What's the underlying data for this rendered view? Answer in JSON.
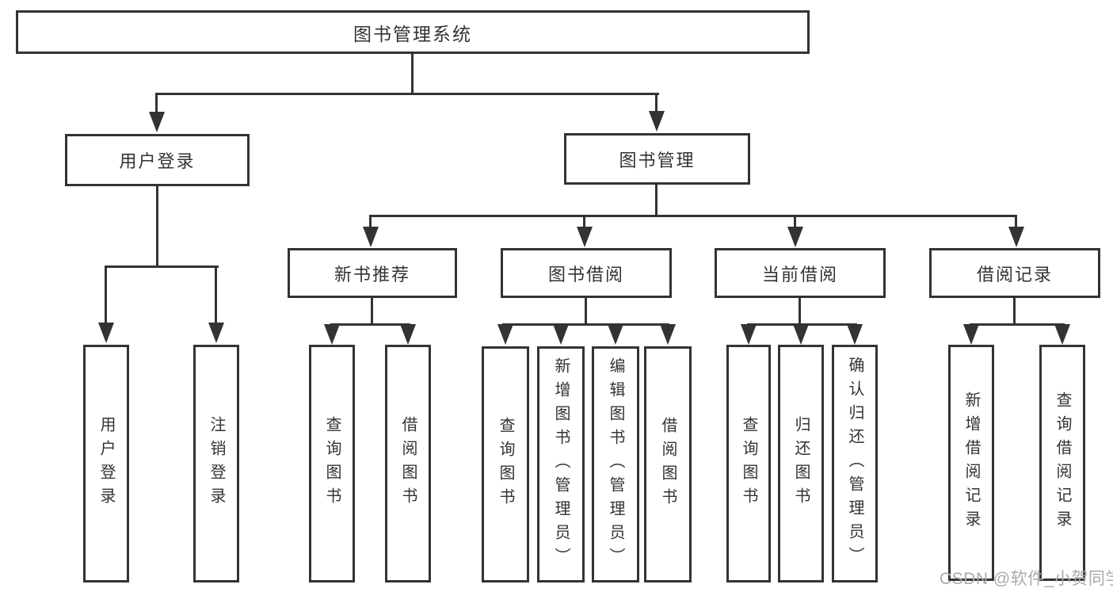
{
  "diagram_title": "图书管理系统",
  "watermark": "CSDN @软件_小贺同学",
  "colors": {
    "line": "#333333",
    "box_background": "#ffffff",
    "text": "#333333",
    "watermark": "#a9a9a9"
  },
  "tree": {
    "label": "图书管理系统",
    "children": [
      {
        "label": "用户登录",
        "children": [
          {
            "label": "用户登录"
          },
          {
            "label": "注销登录"
          }
        ]
      },
      {
        "label": "图书管理",
        "children": [
          {
            "label": "新书推荐",
            "children": [
              {
                "label": "查询图书"
              },
              {
                "label": "借阅图书"
              }
            ]
          },
          {
            "label": "图书借阅",
            "children": [
              {
                "label": "查询图书"
              },
              {
                "label": "新增图书（管理员）"
              },
              {
                "label": "编辑图书（管理员）"
              },
              {
                "label": "借阅图书"
              }
            ]
          },
          {
            "label": "当前借阅",
            "children": [
              {
                "label": "查询图书"
              },
              {
                "label": "归还图书"
              },
              {
                "label": "确认归还（管理员）"
              }
            ]
          },
          {
            "label": "借阅记录",
            "children": [
              {
                "label": "新增借阅记录"
              },
              {
                "label": "查询借阅记录"
              }
            ]
          }
        ]
      }
    ]
  }
}
